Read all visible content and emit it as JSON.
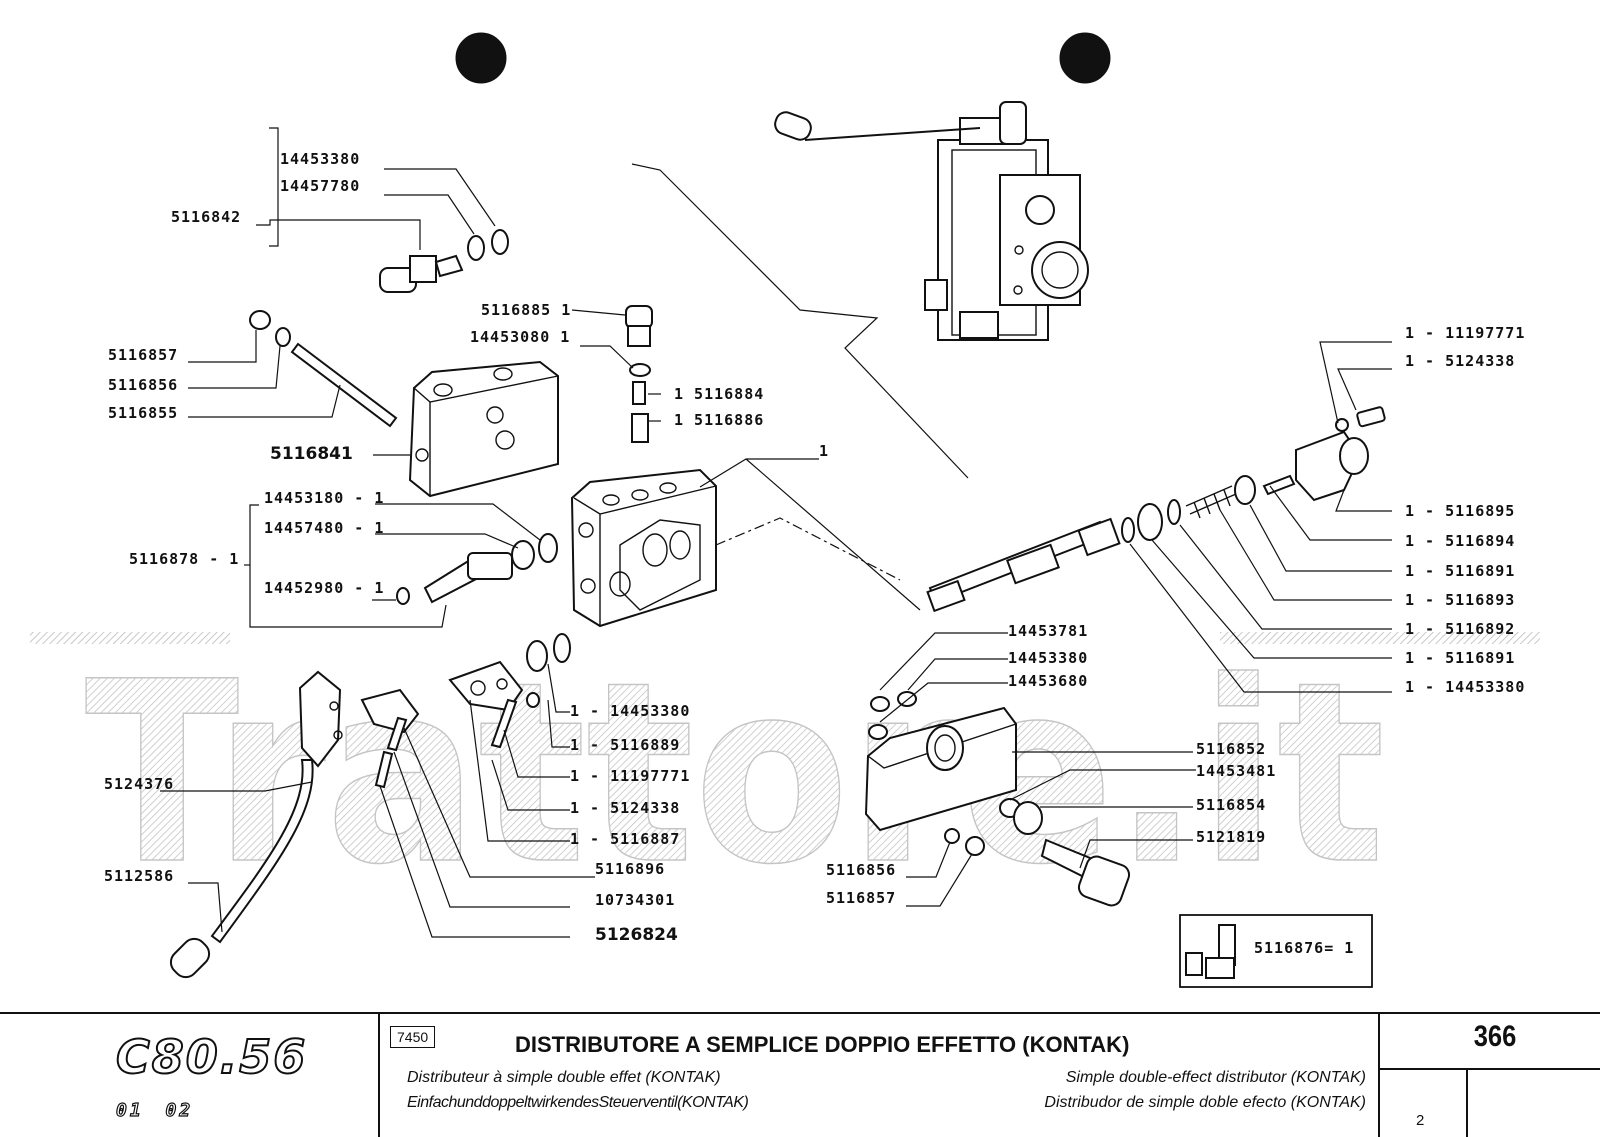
{
  "labels": {
    "p_14453380_top": "14453380",
    "p_14457780": "14457780",
    "p_5116842": "5116842",
    "p_5116885": "5116885 1",
    "p_14453080": "14453080 1",
    "p_5116884": "1 5116884",
    "p_5116886": "1 5116886",
    "p_5116857_left": "5116857",
    "p_5116856_left": "5116856",
    "p_5116855": "5116855",
    "p_5116841": "5116841",
    "p_1": "1",
    "p_14453180": "14453180 - 1",
    "p_14457480": "14457480 - 1",
    "p_5116878": "5116878 - 1",
    "p_14452980": "14452980 - 1",
    "p_r_11197771": "1 - 11197771",
    "p_r_5124338": "1 - 5124338",
    "p_r_5116895": "1 - 5116895",
    "p_r_5116894": "1 - 5116894",
    "p_r_5116891a": "1 - 5116891",
    "p_r_5116893": "1 - 5116893",
    "p_r_5116892": "1 - 5116892",
    "p_r_5116891b": "1 - 5116891",
    "p_r_14453380": "1 - 14453380",
    "p_14453781": "14453781",
    "p_14453380_mid": "14453380",
    "p_14453680": "14453680",
    "p_m_14453380": "1 - 14453380",
    "p_m_5116889": "1 - 5116889",
    "p_m_11197771": "1 - 11197771",
    "p_m_5124338": "1 - 5124338",
    "p_m_5116887": "1 - 5116887",
    "p_5116896": "5116896",
    "p_10734301": "10734301",
    "p_5126824": "5126824",
    "p_5124376": "5124376",
    "p_5112586": "5112586",
    "p_5116852": "5116852",
    "p_14453481": "14453481",
    "p_5116854": "5116854",
    "p_5121819": "5121819",
    "p_5116856_low": "5116856",
    "p_5116857_low": "5116857",
    "kit": "5116876= 1"
  },
  "watermark": "Trattore.it",
  "footer": {
    "model": "C80.56",
    "model_codes": "01 02",
    "group_code": "7450",
    "title_it": "DISTRIBUTORE A SEMPLICE DOPPIO EFFETTO (KONTAK)",
    "title_fr": "Distributeur à simple double effet (KONTAK)",
    "title_en": "Simple double-effect distributor (KONTAK)",
    "title_de": "EinfachunddoppeltwirkendesSteuerventil(KONTAK)",
    "title_es": "Distribudor de simple doble efecto (KONTAK)",
    "page": "366",
    "sheet": "2"
  }
}
